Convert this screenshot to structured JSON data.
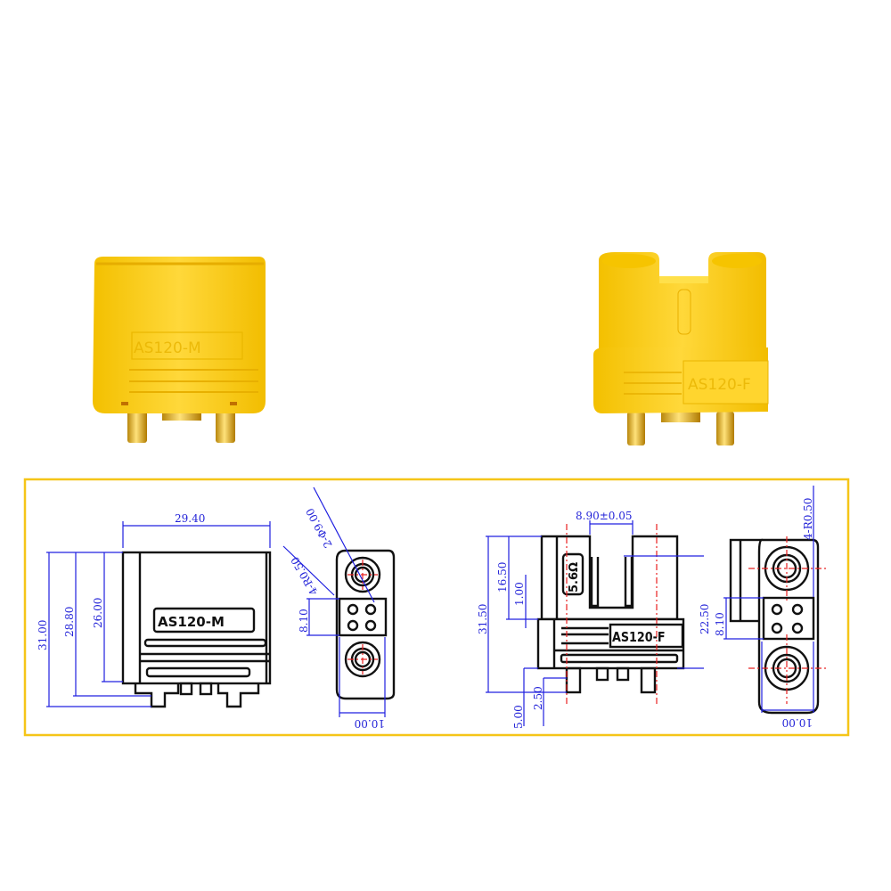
{
  "products": {
    "male": {
      "name": "AS120-M",
      "color": "#f8cc1c"
    },
    "female": {
      "name": "AS120-F",
      "resistance_mark": "5.6Ω",
      "color": "#f8cc1c"
    }
  },
  "drawing_male": {
    "label": "AS120-M",
    "dims": {
      "width": "29.40",
      "h1": "31.00",
      "h2": "28.80",
      "h3": "26.00",
      "hole_dia": "2-Φ9.00",
      "radius": "4-R0.50",
      "signal_pitch": "8.10",
      "end_width": "10.00"
    }
  },
  "drawing_female": {
    "label": "AS120-F",
    "resistance_mark": "5.6Ω",
    "dims": {
      "slot": "8.90±0.05",
      "h_total": "31.50",
      "h_upper": "16.50",
      "step": "1.00",
      "pin_long": "5.00",
      "pin_short": "2.50",
      "pitch": "22.50",
      "signal_pitch": "8.10",
      "end_width": "10.00",
      "radius": "4-R0.50"
    }
  },
  "colors": {
    "frame": "#f5c518",
    "dimension": "#2323d8",
    "centerline": "#e82020"
  }
}
